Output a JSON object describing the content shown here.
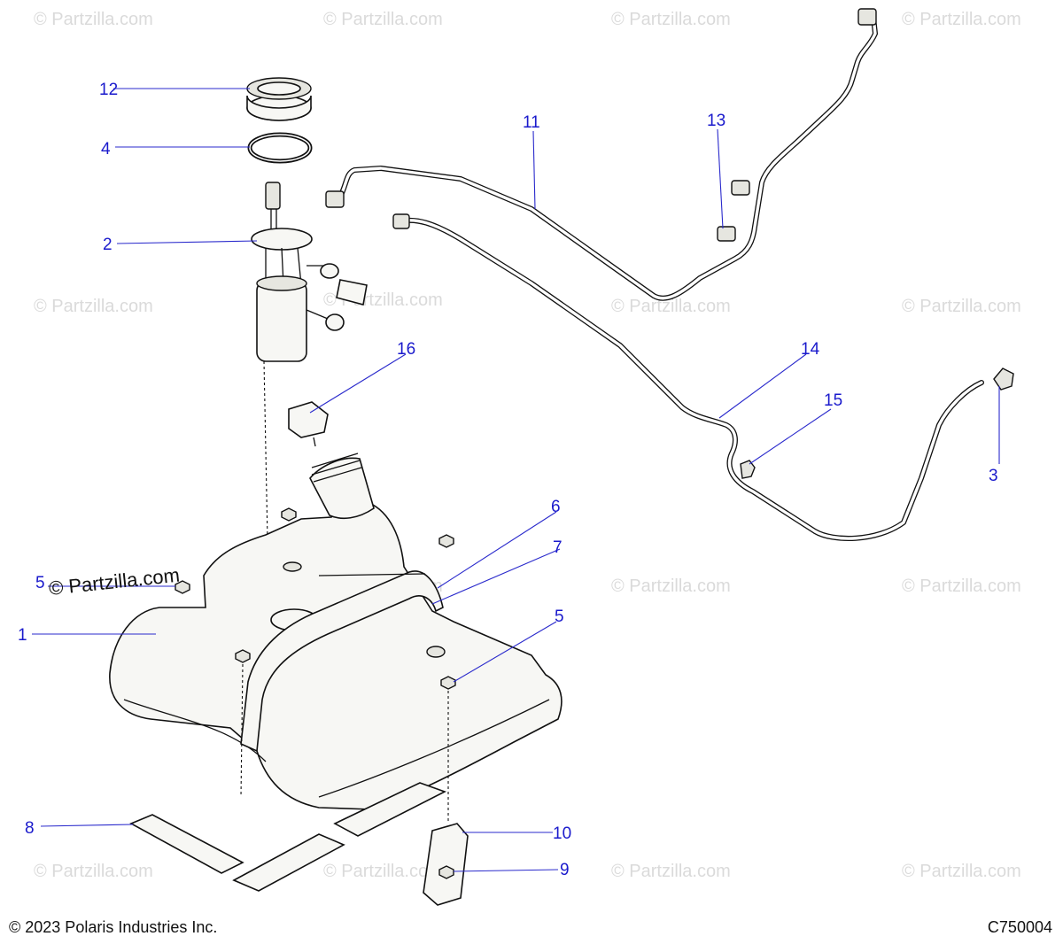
{
  "watermark": "© Partzilla.com",
  "footer": {
    "copyright": "© 2023 Polaris Industries Inc.",
    "diagram_code": "C750004"
  },
  "callouts": [
    "1",
    "2",
    "3",
    "4",
    "5",
    "5",
    "6",
    "7",
    "8",
    "9",
    "10",
    "11",
    "12",
    "13",
    "14",
    "15",
    "16"
  ],
  "colors": {
    "callout": "#1a1acc",
    "linework": "#111111"
  }
}
